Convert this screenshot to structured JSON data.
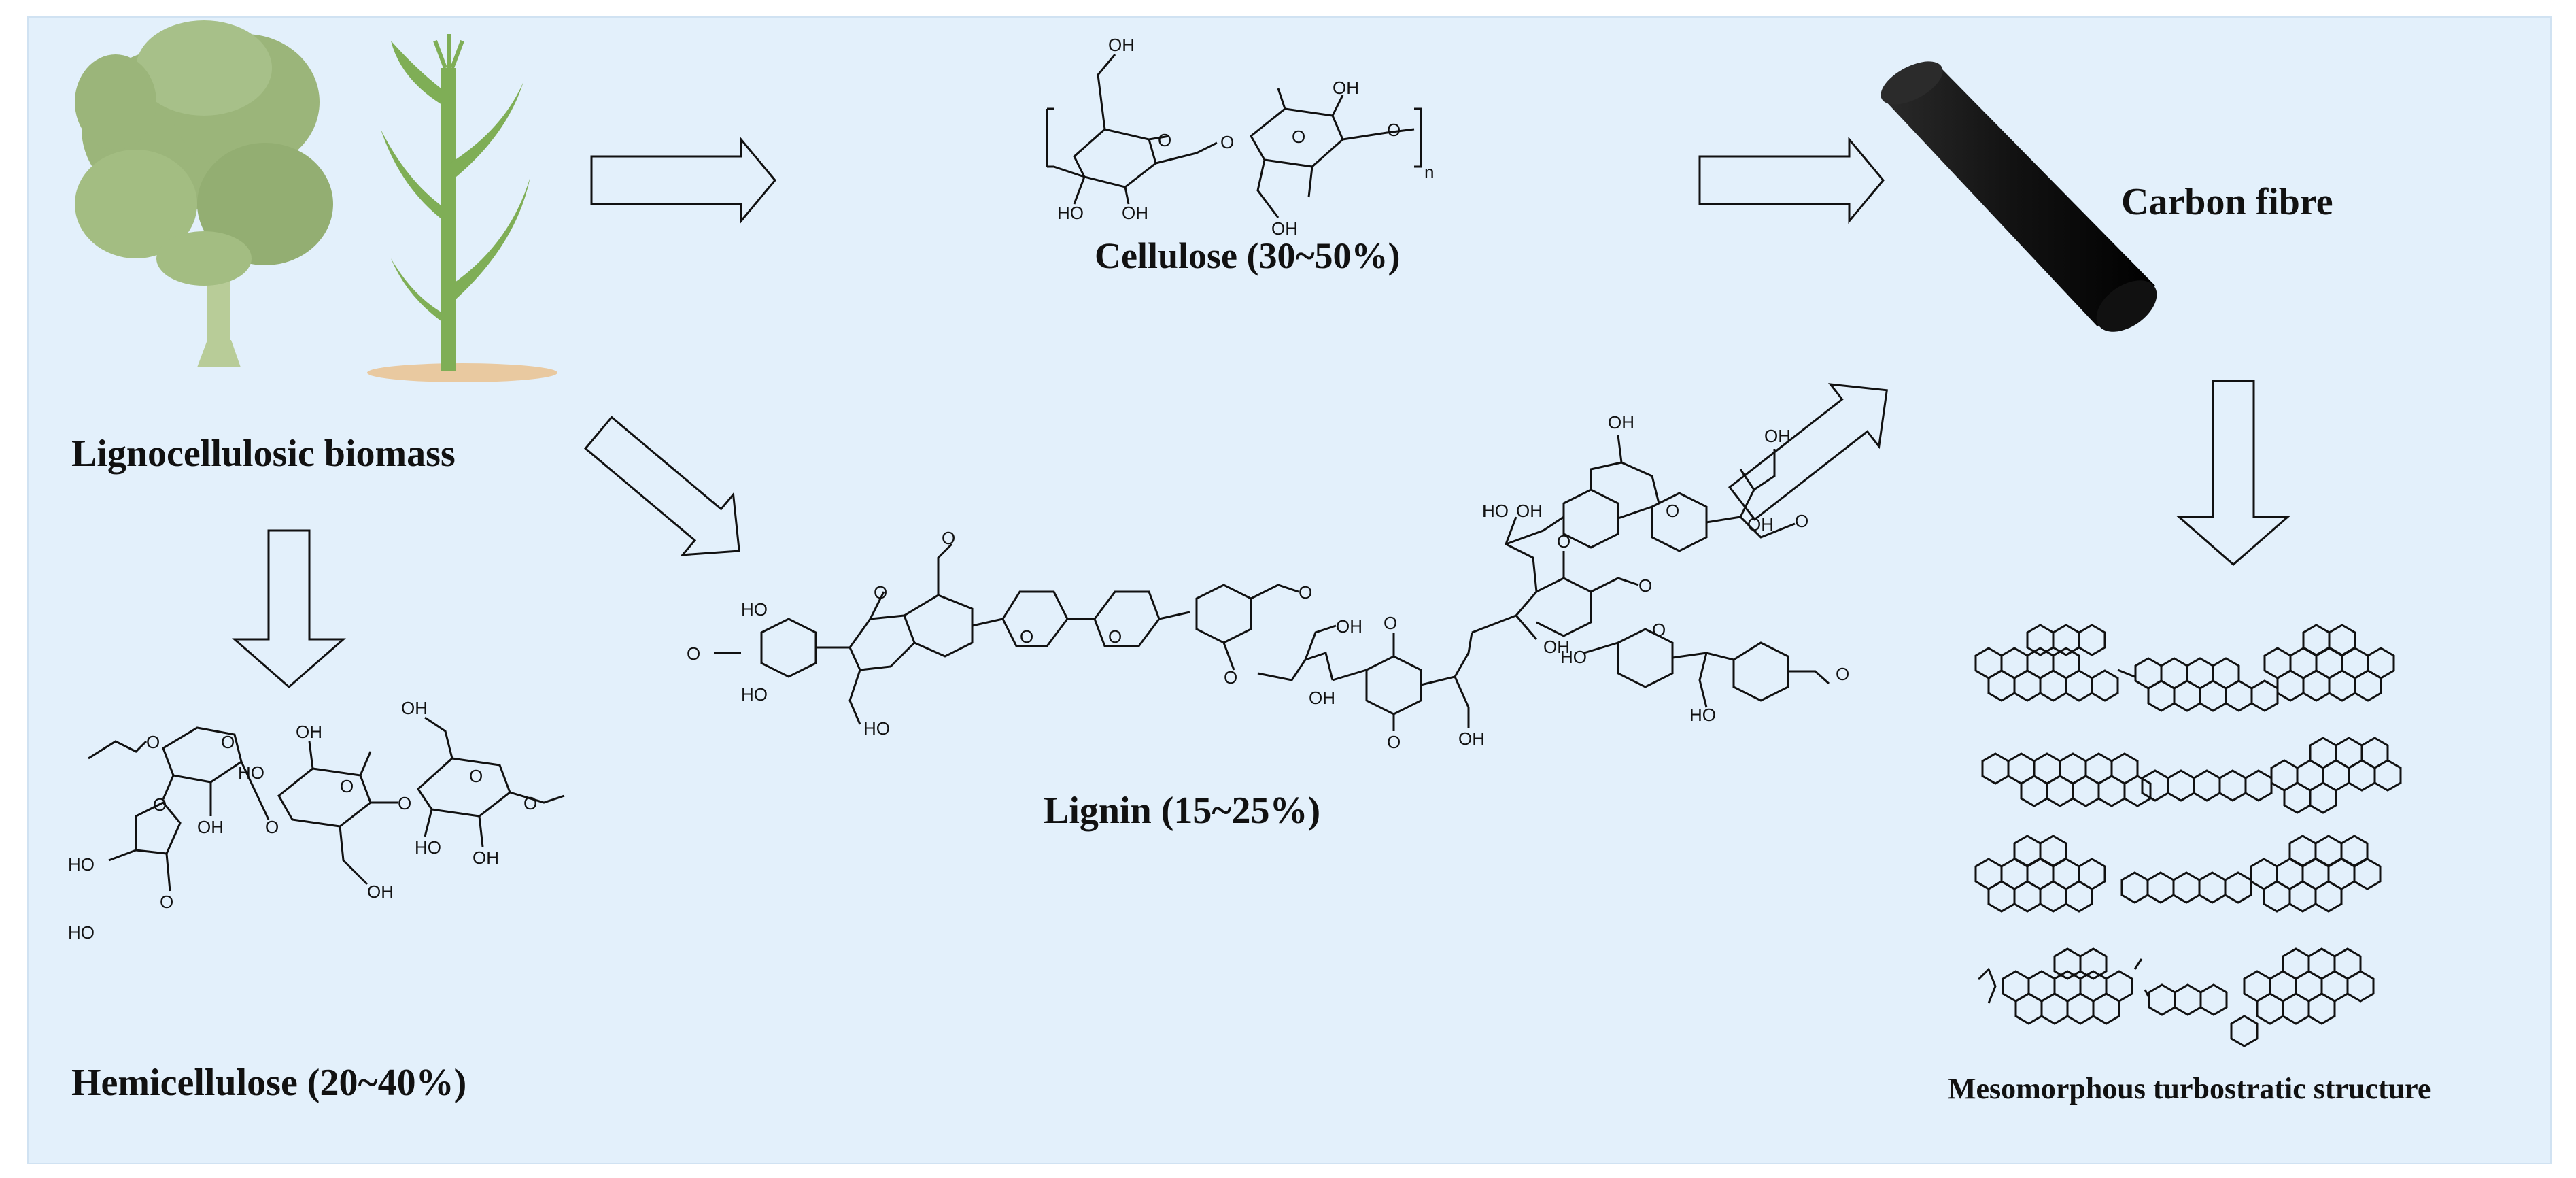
{
  "labels": {
    "biomass": "Lignocellulosic biomass",
    "cellulose": "Cellulose (30~50%)",
    "lignin": "Lignin (15~25%)",
    "hemicellulose": "Hemicellulose (20~40%)",
    "carbon_fibre": "Carbon fibre",
    "structure": "Mesomorphous turbostratic structure"
  },
  "atoms": {
    "oh": "OH",
    "ho": "HO",
    "o": "O",
    "n": "n",
    "methoxy": "O"
  },
  "colors": {
    "background": "#e3f0fb",
    "foliage": "#9bb57a",
    "trunk": "#b8cc98",
    "stalk": "#7fae56",
    "soil": "#e9c9a0",
    "fibre": "#1c1c1c",
    "line": "#111111"
  },
  "icons": [
    "tree-icon",
    "corn-plant-icon",
    "arrow-icon",
    "carbon-fibre-icon",
    "graphene-sheet-icon"
  ]
}
